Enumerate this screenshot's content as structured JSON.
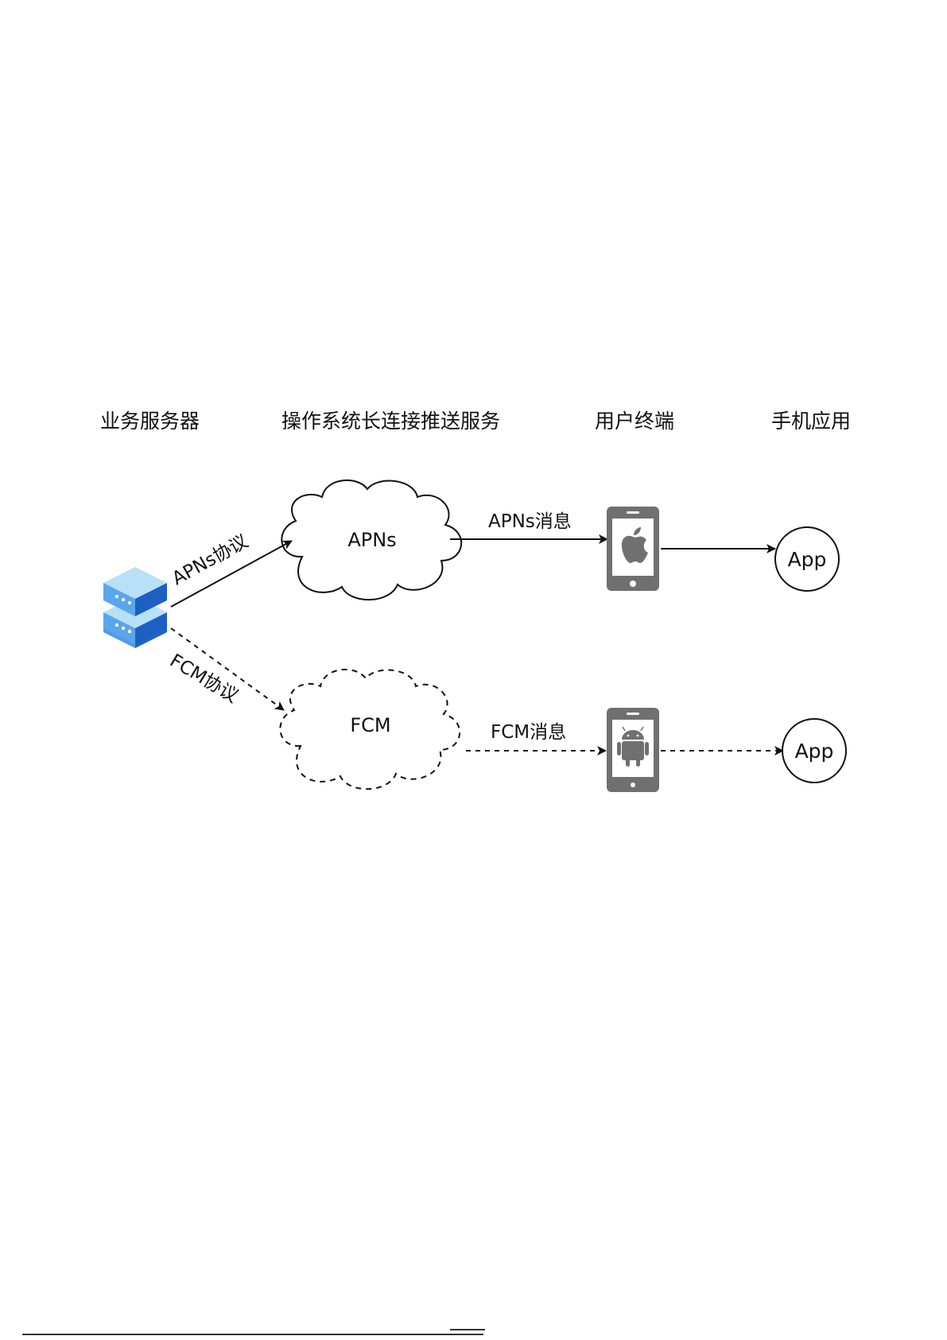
{
  "headers": {
    "business_server": "业务服务器",
    "os_push_service": "操作系统长连接推送服务",
    "user_terminal": "用户终端",
    "mobile_app": "手机应用"
  },
  "nodes": {
    "apns_cloud": "APNs",
    "fcm_cloud": "FCM",
    "app_ios": "App",
    "app_android": "App"
  },
  "edges": {
    "apns_protocol": "APNs协议",
    "fcm_protocol": "FCM协议",
    "apns_message": "APNs消息",
    "fcm_message": "FCM消息"
  },
  "colors": {
    "server_top": "#a9d8f3",
    "server_side_dark": "#1f63c8",
    "server_side_light": "#4f9be6",
    "phone_gray": "#707070",
    "line": "#111111"
  }
}
